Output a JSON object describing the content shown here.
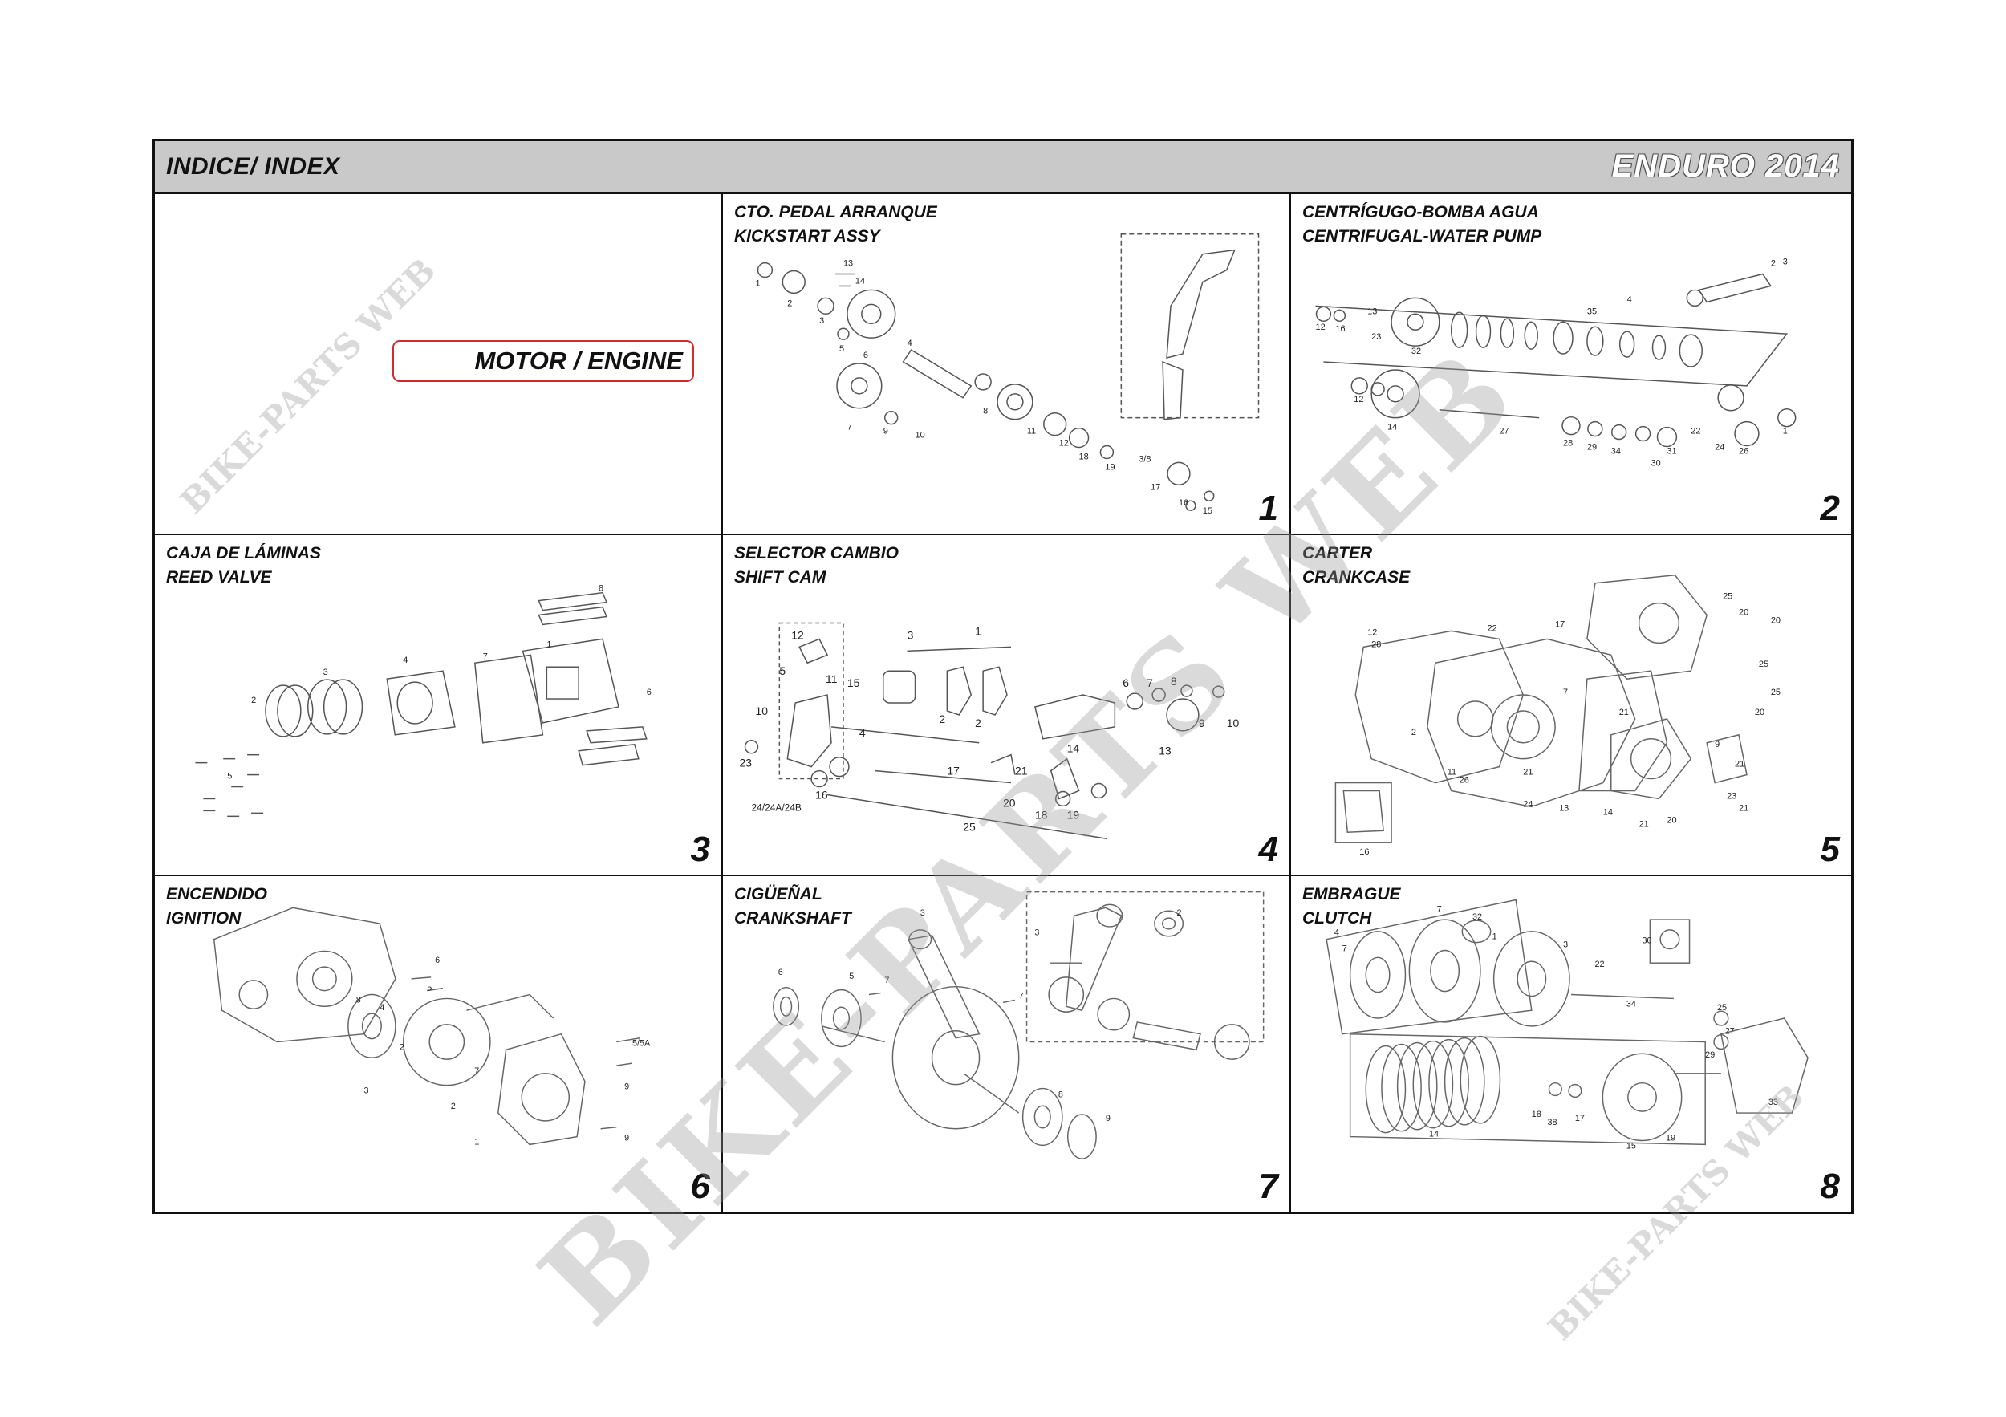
{
  "header": {
    "title_left": "INDICE/ INDEX",
    "title_right": "ENDURO 2014"
  },
  "engine_label": "MOTOR / ENGINE",
  "cells": [
    {
      "line1": "CTO. PEDAL ARRANQUE",
      "line2": "KICKSTART ASSY",
      "number": "1"
    },
    {
      "line1": "CENTRÍGUGO-BOMBA AGUA",
      "line2": "CENTRIFUGAL-WATER PUMP",
      "number": "2"
    },
    {
      "line1": "CAJA DE LÁMINAS",
      "line2": "REED VALVE",
      "number": "3"
    },
    {
      "line1": "SELECTOR CAMBIO",
      "line2": "SHIFT CAM",
      "number": "4"
    },
    {
      "line1": "CARTER",
      "line2": "CRANKCASE",
      "number": "5"
    },
    {
      "line1": "ENCENDIDO",
      "line2": "IGNITION",
      "number": "6"
    },
    {
      "line1": "CIGÜEÑAL",
      "line2": "CRANKSHAFT",
      "number": "7"
    },
    {
      "line1": "EMBRAGUE",
      "line2": "CLUTCH",
      "number": "8"
    }
  ],
  "watermark": "BIKE-PARTS WEB",
  "colors": {
    "header_bg": "#c9c9c9",
    "engine_label_border": "#d42a2a",
    "watermark": "#969696"
  }
}
